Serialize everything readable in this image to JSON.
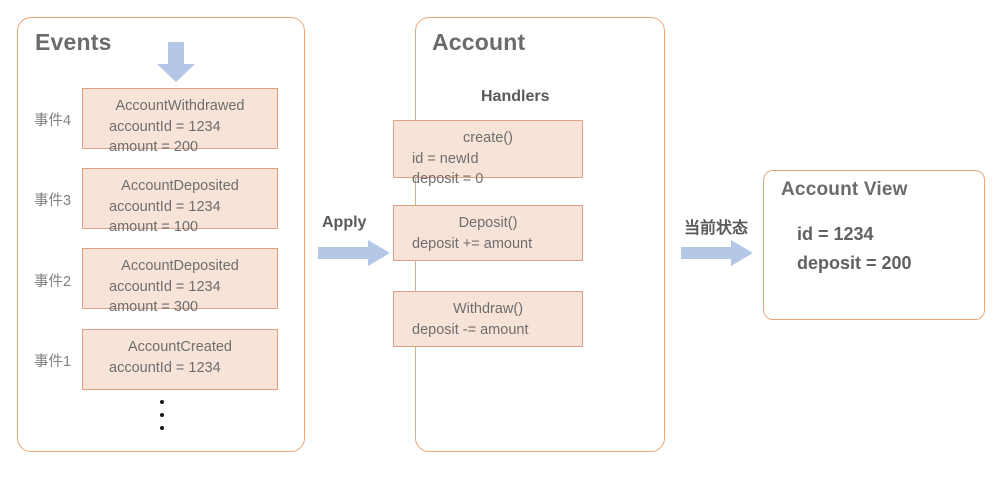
{
  "events_panel": {
    "title": "Events",
    "down_arrow_icon": "arrow-down-icon",
    "events": [
      {
        "index_label": "事件4",
        "name": "AccountWithdrawed",
        "fields": [
          "accountId = 1234",
          "amount = 200"
        ]
      },
      {
        "index_label": "事件3",
        "name": "AccountDeposited",
        "fields": [
          "accountId = 1234",
          "amount = 100"
        ]
      },
      {
        "index_label": "事件2",
        "name": "AccountDeposited",
        "fields": [
          "accountId = 1234",
          "amount = 300"
        ]
      },
      {
        "index_label": "事件1",
        "name": "AccountCreated",
        "fields": [
          "accountId = 1234"
        ]
      }
    ],
    "ellipsis_icon": "vertical-ellipsis-icon"
  },
  "apply_arrow": {
    "label": "Apply",
    "icon": "arrow-right-icon"
  },
  "account_panel": {
    "title": "Account",
    "handlers_title": "Handlers",
    "handlers": [
      {
        "name": "create()",
        "body": [
          "id = newId",
          "deposit = 0"
        ]
      },
      {
        "name": "Deposit()",
        "body": [
          "deposit += amount"
        ]
      },
      {
        "name": "Withdraw()",
        "body": [
          "deposit -= amount"
        ]
      }
    ]
  },
  "current_state_arrow": {
    "label": "当前状态",
    "icon": "arrow-right-icon"
  },
  "account_view_panel": {
    "title": "Account View",
    "lines": [
      "id = 1234",
      "deposit = 200"
    ]
  },
  "colors": {
    "panel_border": "#e8a87c",
    "box_fill": "#f8e3d8",
    "box_border": "#e0a182",
    "arrow_blue": "#b4c7e7",
    "text_gray": "#6e6e6e",
    "title_gray": "#6b6b6b",
    "background": "#ffffff"
  }
}
